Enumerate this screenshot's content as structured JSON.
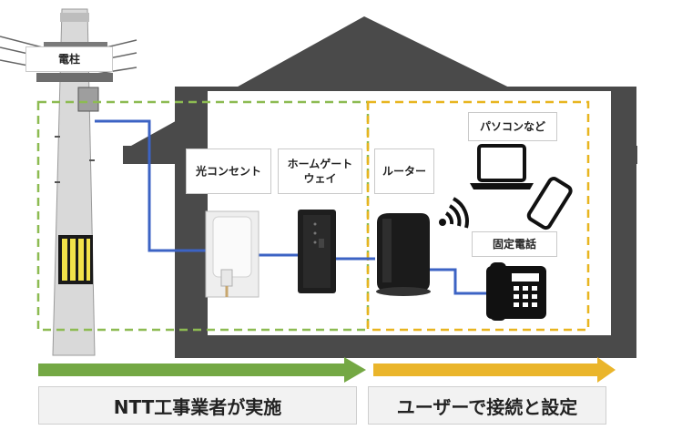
{
  "labels": {
    "pole": "電柱",
    "optical_outlet": "光コンセント",
    "home_gateway_line1": "ホームゲート",
    "home_gateway_line2": "ウェイ",
    "router": "ルーター",
    "pc_etc": "パソコンなど",
    "landline": "固定電話"
  },
  "bottom": {
    "ntt": "NTT工事業者が実施",
    "user": "ユーザーで接続と設定"
  },
  "colors": {
    "house": "#4a4a4a",
    "green_zone": "#8dbb52",
    "yellow_zone": "#e8b520",
    "cable": "#3c63c4",
    "green_arrow": "#74a844",
    "yellow_arrow": "#eab52b"
  },
  "icons": [
    "utility-pole",
    "optical-outlet",
    "home-gateway",
    "router",
    "wifi",
    "laptop",
    "smartphone",
    "desk-phone"
  ]
}
